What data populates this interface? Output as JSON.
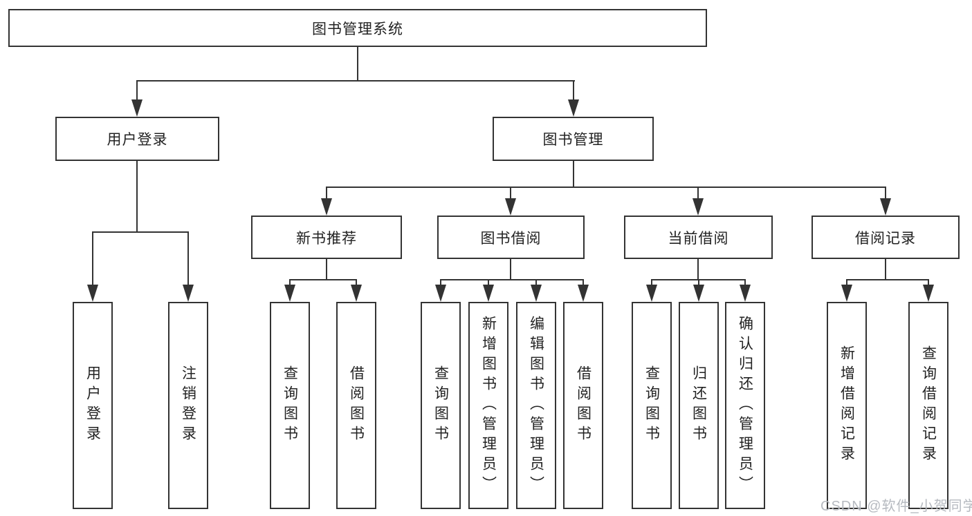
{
  "title": {
    "label": "图书管理系统"
  },
  "branches": {
    "user_login": {
      "label": "用户登录",
      "children": [
        {
          "label": "用户登录"
        },
        {
          "label": "注销登录"
        }
      ]
    },
    "book_management": {
      "label": "图书管理",
      "children": [
        {
          "label": "新书推荐",
          "children": [
            {
              "label": "查询图书"
            },
            {
              "label": "借阅图书"
            }
          ]
        },
        {
          "label": "图书借阅",
          "children": [
            {
              "label": "查询图书"
            },
            {
              "label": "新增图书（管理员）"
            },
            {
              "label": "编辑图书（管理员）"
            },
            {
              "label": "借阅图书"
            }
          ]
        },
        {
          "label": "当前借阅",
          "children": [
            {
              "label": "查询图书"
            },
            {
              "label": "归还图书"
            },
            {
              "label": "确认归还（管理员）"
            }
          ]
        },
        {
          "label": "借阅记录",
          "children": [
            {
              "label": "新增借阅记录"
            },
            {
              "label": "查询借阅记录"
            }
          ]
        }
      ]
    }
  },
  "watermark": {
    "text": "CSDN @软件_小贺同学"
  },
  "colors": {
    "line": "#333333",
    "text": "#222222",
    "background": "#ffffff",
    "watermark": "#b6bac0"
  }
}
